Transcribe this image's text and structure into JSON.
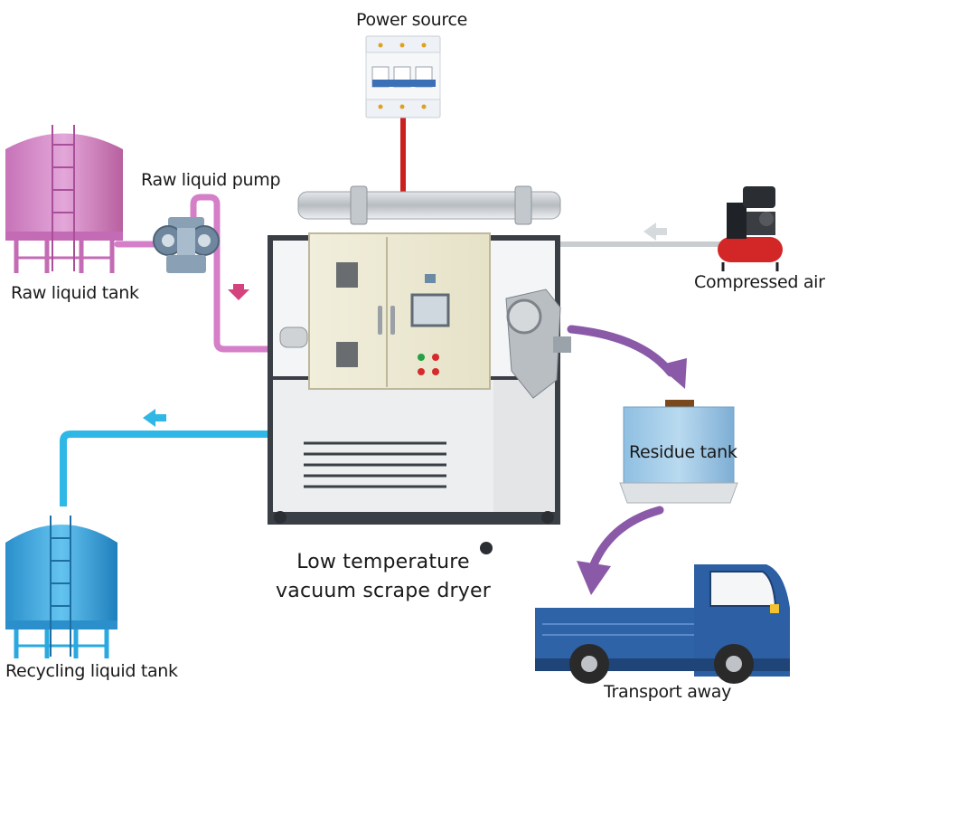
{
  "labels": {
    "power_source": "Power source",
    "raw_liquid_pump": "Raw liquid pump",
    "raw_liquid_tank": "Raw liquid tank",
    "compressed_air": "Compressed air",
    "dryer_line1": "Low temperature",
    "dryer_line2": "vacuum scrape dryer",
    "residue_tank": "Residue tank",
    "recycling_liquid_tank": "Recycling liquid tank",
    "transport_away": "Transport away"
  },
  "colors": {
    "raw_line": "#d47fc8",
    "raw_tank": "#d38cc9",
    "recycle_line": "#2fb7e6",
    "recycle_tank": "#3aa6dc",
    "power_line": "#cc2020",
    "air_line": "#c9cdd0",
    "flow_arrow": "#8a5aa8",
    "truck": "#2f63a8",
    "residue_tank": "#7fb3d9"
  },
  "icons": {
    "power": "circuit-breaker-icon",
    "pump": "diaphragm-pump-icon",
    "compressor": "air-compressor-icon",
    "truck": "truck-icon"
  }
}
